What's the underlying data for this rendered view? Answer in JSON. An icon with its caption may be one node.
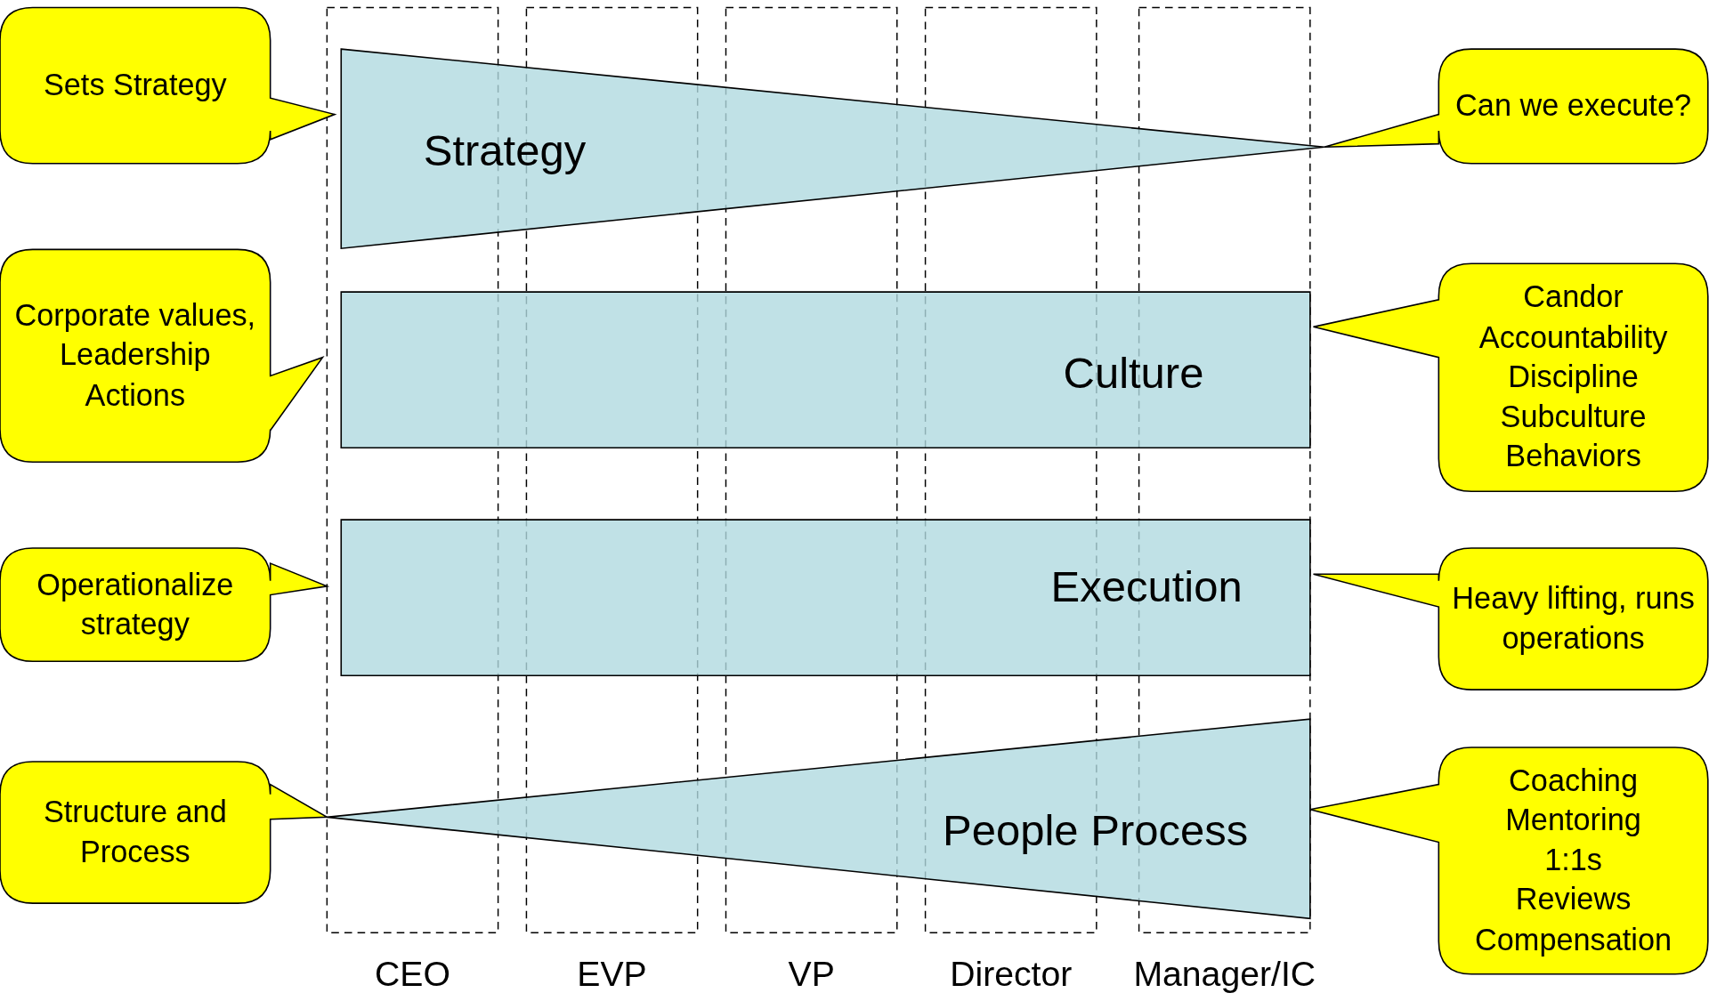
{
  "diagram": {
    "nodes": [
      {
        "text": [
          "Sets Strategy"
        ]
      },
      {
        "text": [
          "Strategy"
        ]
      },
      {
        "text": [
          "Can we execute?"
        ]
      },
      {
        "text": [
          "Corporate values, Leadership Actions"
        ]
      },
      {
        "text": [
          "Culture"
        ]
      },
      {
        "text": [
          "Candor",
          "Accountability",
          "Discipline",
          "Subculture",
          "Behaviors"
        ]
      },
      {
        "text": [
          "Operationalize strategy"
        ]
      },
      {
        "text": [
          "Execution"
        ]
      },
      {
        "text": [
          "Heavy lifting, runs operations"
        ]
      },
      {
        "text": [
          "Structure and Process"
        ]
      },
      {
        "text": [
          "People Process"
        ]
      },
      {
        "text": [
          "Coaching",
          "Mentoring",
          "1:1s",
          "Reviews",
          "Compensation"
        ]
      },
      {
        "text": [
          "CEO"
        ]
      },
      {
        "text": [
          "EVP"
        ]
      },
      {
        "text": [
          "VP"
        ]
      },
      {
        "text": [
          "Director"
        ]
      },
      {
        "text": [
          "Manager/IC"
        ]
      }
    ]
  }
}
